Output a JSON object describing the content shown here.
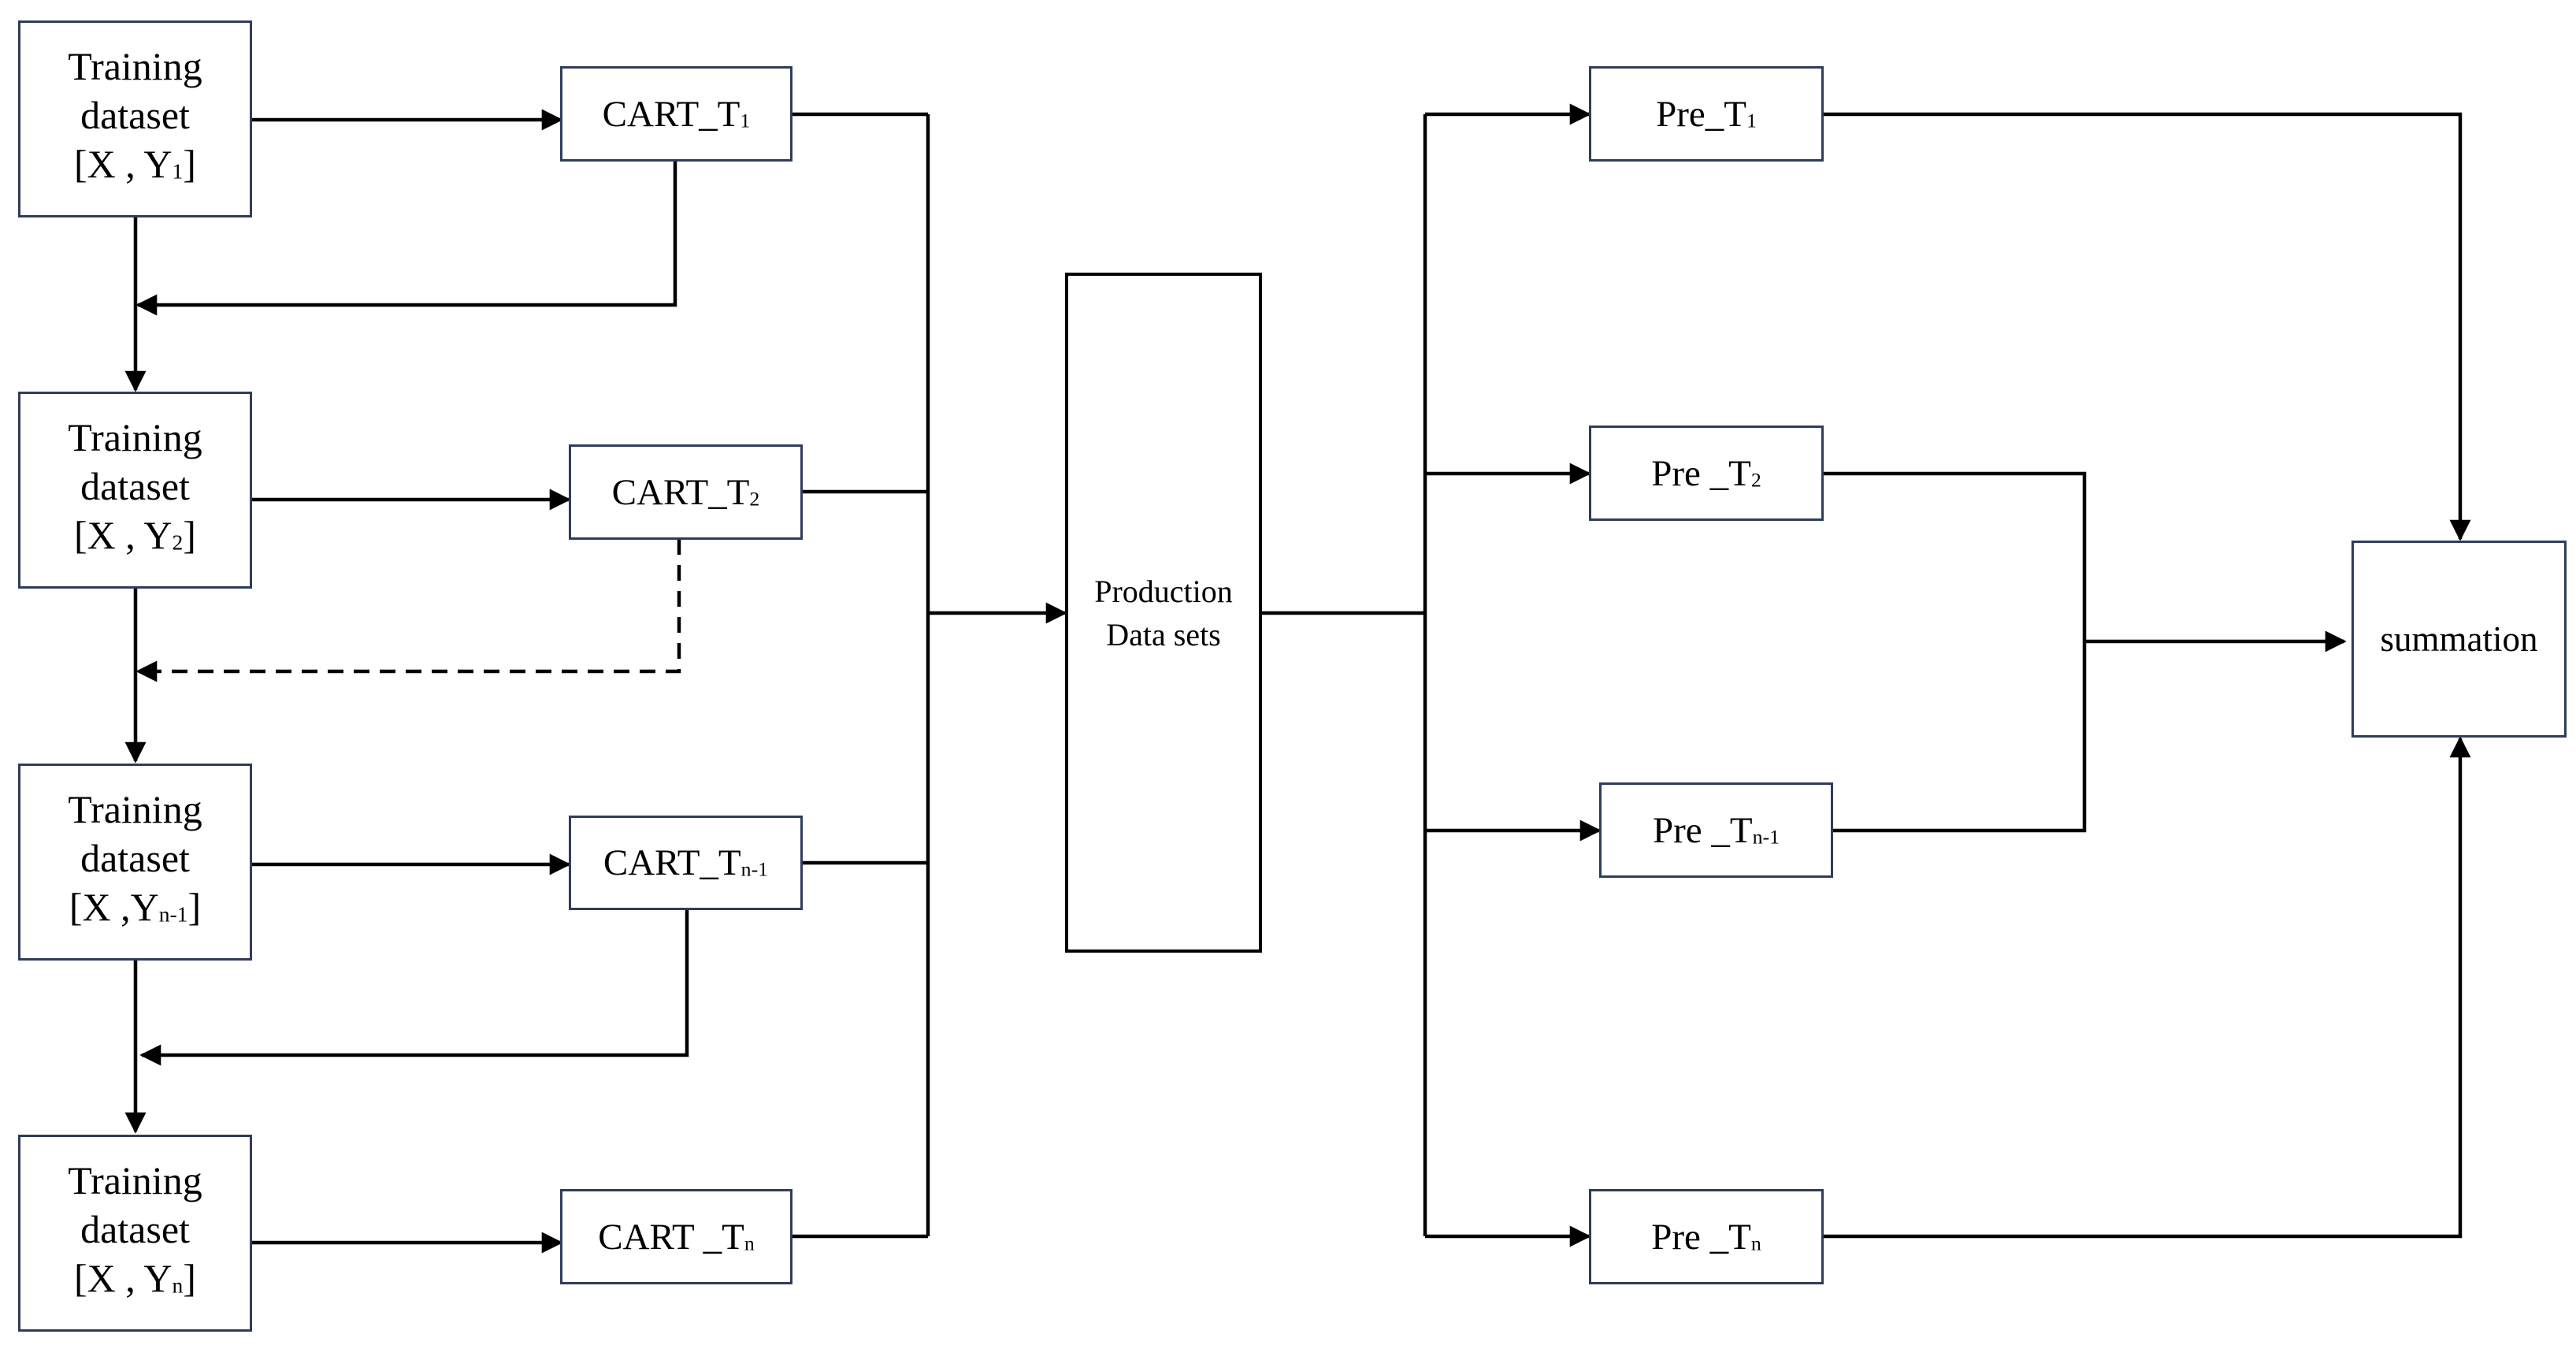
{
  "training": [
    {
      "line1": "Training",
      "line2": "dataset",
      "pre": "[X , Y",
      "sub": "1",
      "post": "]"
    },
    {
      "line1": "Training",
      "line2": "dataset",
      "pre": "[X , Y",
      "sub": "2",
      "post": "]"
    },
    {
      "line1": "Training",
      "line2": "dataset",
      "pre": "[X ,Y",
      "sub": "n-1",
      "post": "]"
    },
    {
      "line1": "Training",
      "line2": "dataset",
      "pre": "[X , Y",
      "sub": "n",
      "post": "]"
    }
  ],
  "cart": [
    {
      "pre": "CART_T",
      "sub": "1"
    },
    {
      "pre": "CART_T",
      "sub": "2"
    },
    {
      "pre": "CART_T",
      "sub": "n-1"
    },
    {
      "pre": "CART _T",
      "sub": "n"
    }
  ],
  "production": {
    "line1": "Production",
    "line2": "Data sets"
  },
  "pre": [
    {
      "pre": "Pre_T",
      "sub": "1"
    },
    {
      "pre": "Pre _T",
      "sub": "2"
    },
    {
      "pre": "Pre _T",
      "sub": "n-1"
    },
    {
      "pre": "Pre _T",
      "sub": "n"
    }
  ],
  "summation": {
    "label": "summation"
  },
  "colors": {
    "box_border": "#2f3d5c",
    "line": "#000000",
    "background": "#ffffff"
  }
}
